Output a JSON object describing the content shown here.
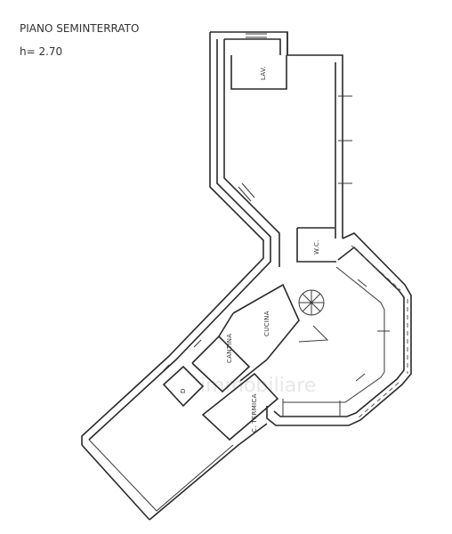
{
  "title": "PIANO SEMINTERRATO",
  "height_note": "h= 2.70",
  "rooms": {
    "lav": "LAV.",
    "wc": "W.C.",
    "cucina": "CUCINA",
    "cantina": "CANTINA",
    "room_d": "D",
    "c_termica": "C. TERMICA"
  },
  "watermark": "immobiliare"
}
